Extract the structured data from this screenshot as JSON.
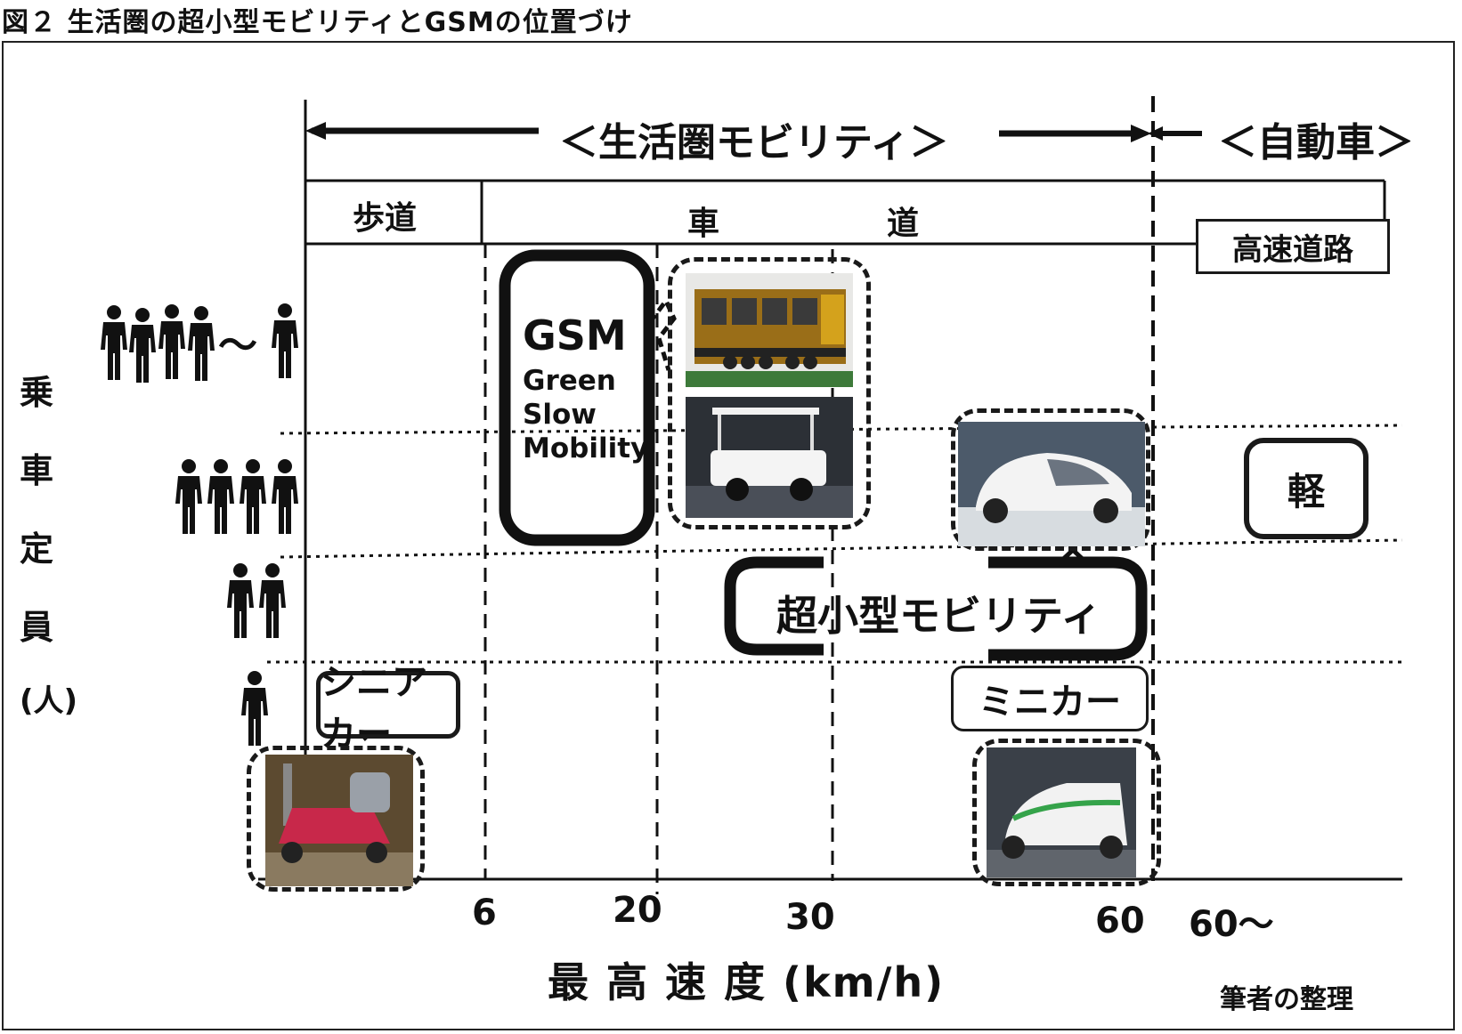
{
  "title": "図２ 生活圏の超小型モビリティとGSMの位置づけ",
  "header": {
    "life_mobility": "＜生活圏モビリティ＞",
    "automobile": "＜自動車＞"
  },
  "road": {
    "sidewalk": "歩道",
    "road_1": "車",
    "road_2": "道",
    "highway": "高速道路"
  },
  "y_axis": {
    "chars": [
      "乗",
      "車",
      "定",
      "員"
    ],
    "unit": "(人)"
  },
  "x_axis": {
    "label": "最 高 速 度 (km/h)",
    "ticks": [
      "6",
      "20",
      "30",
      "60",
      "60～"
    ]
  },
  "boxes": {
    "gsm_title": "GSM",
    "gsm_line1": "Green",
    "gsm_line2": "Slow",
    "gsm_line3": "Mobility",
    "ultra_compact": "超小型モビリティ",
    "kei": "軽",
    "senior_car": "シニアカー",
    "mini_car": "ミニカー"
  },
  "source_note": "筆者の整理",
  "people": {
    "many_tilde": "～"
  }
}
